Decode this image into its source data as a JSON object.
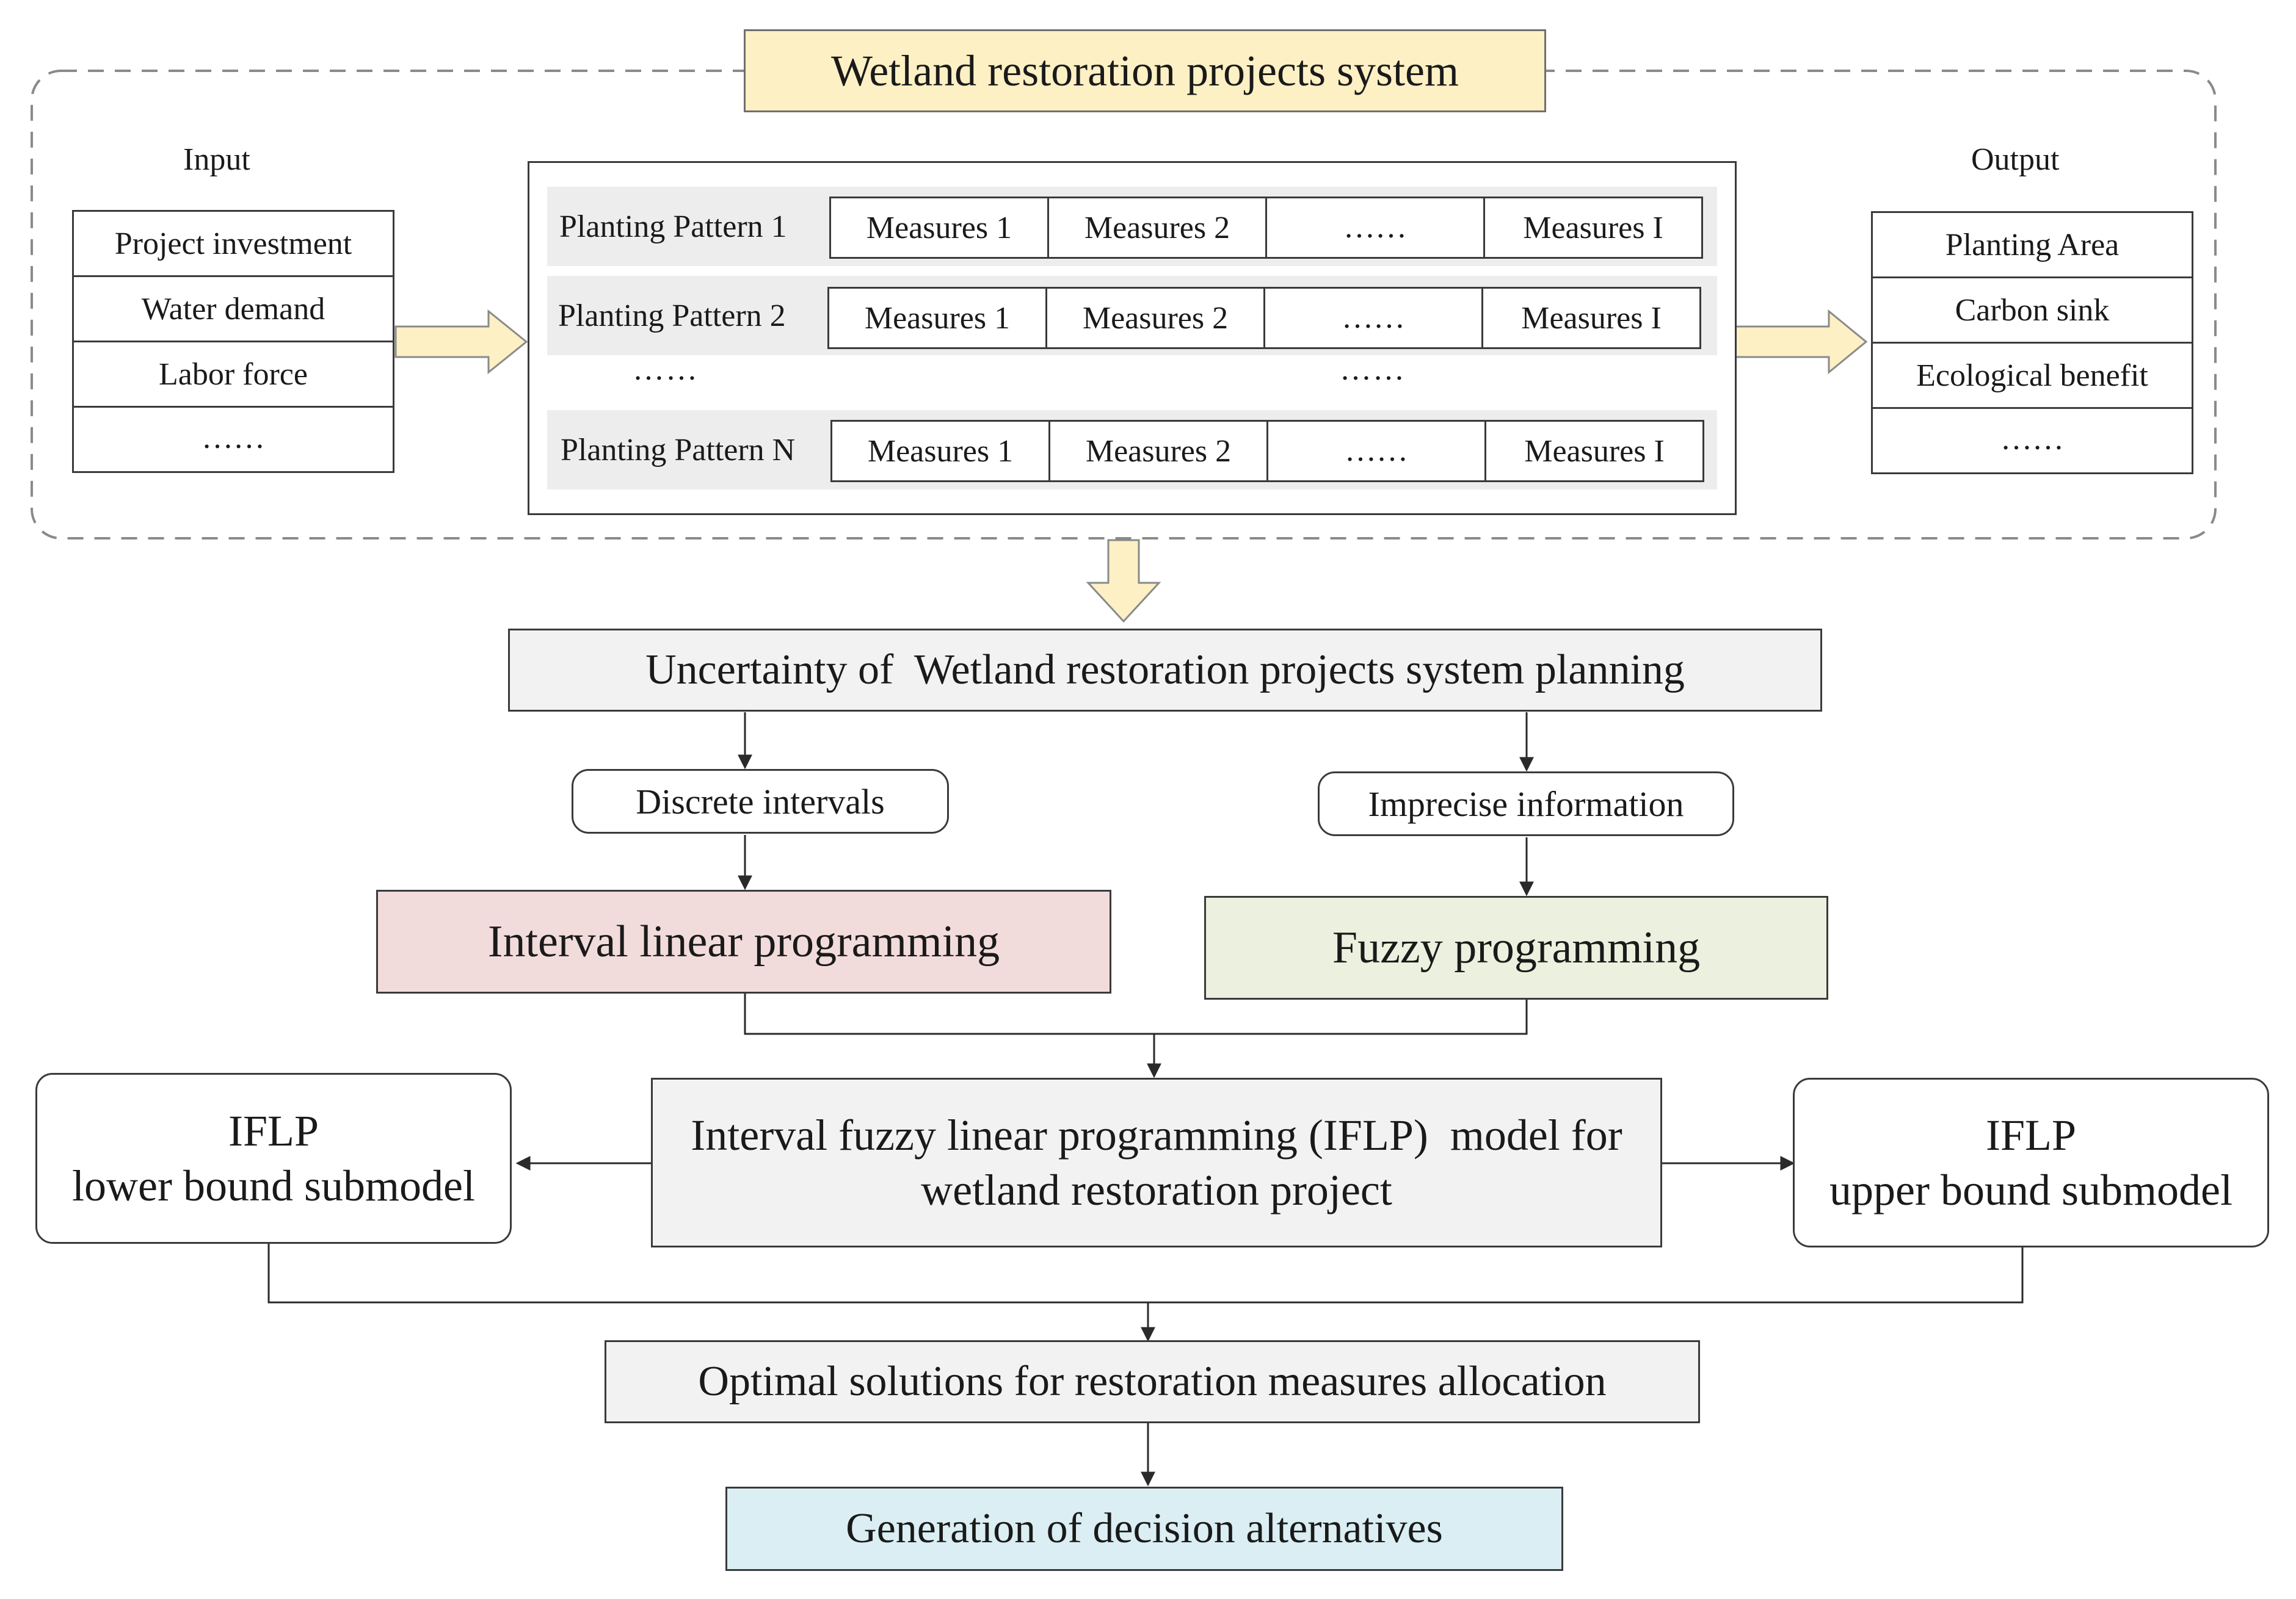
{
  "title": "Wetland restoration projects system",
  "input": {
    "heading": "Input",
    "items": [
      "Project investment",
      "Water demand",
      "Labor force",
      "……"
    ]
  },
  "output": {
    "heading": "Output",
    "items": [
      "Planting Area",
      "Carbon sink",
      "Ecological benefit",
      "……"
    ]
  },
  "patterns": [
    {
      "name": "Planting Pattern 1",
      "measures": [
        "Measures 1",
        "Measures 2",
        "……",
        "Measures I"
      ]
    },
    {
      "name": "Planting Pattern 2",
      "measures": [
        "Measures 1",
        "Measures 2",
        "……",
        "Measures I"
      ]
    },
    {
      "name": "Planting Pattern N",
      "measures": [
        "Measures 1",
        "Measures 2",
        "……",
        "Measures I"
      ]
    }
  ],
  "pattern_ellipsis_left": "……",
  "pattern_ellipsis_mid": "……",
  "uncertainty": "Uncertainty of  Wetland restoration projects system planning",
  "discrete_intervals": "Discrete intervals",
  "imprecise_information": "Imprecise information",
  "interval_linear_programming": "Interval linear programming",
  "fuzzy_programming": "Fuzzy programming",
  "iflp_model": "Interval fuzzy linear programming (IFLP)  model for wetland restoration project",
  "iflp_lower": {
    "line1": "IFLP",
    "line2": "lower bound submodel"
  },
  "iflp_upper": {
    "line1": "IFLP",
    "line2": "upper bound submodel"
  },
  "optimal_solutions": "Optimal solutions for restoration measures allocation",
  "generation": "Generation of decision alternatives",
  "colors": {
    "title_fill": "#fdf0c4",
    "interval_fill": "#f2dcdb",
    "fuzzy_fill": "#ebf1de",
    "generation_fill": "#daeef3",
    "gray_fill": "#f2f2f2",
    "arrow_fill": "#fdf0c4"
  }
}
